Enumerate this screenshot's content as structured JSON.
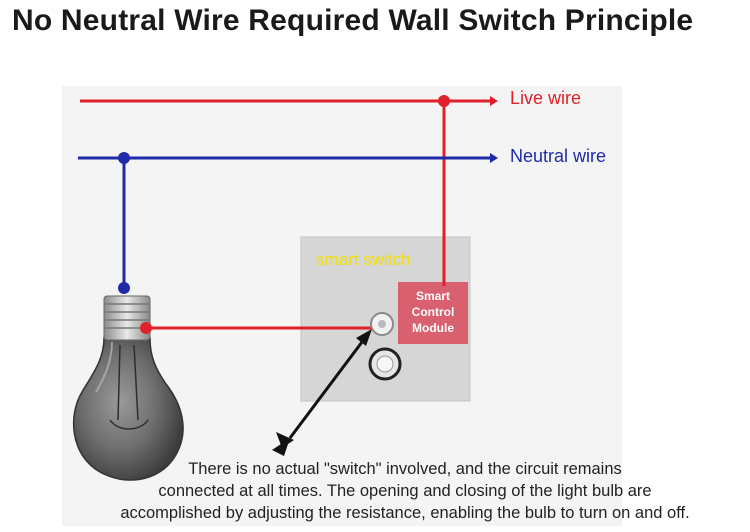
{
  "title": "No Neutral Wire Required Wall Switch Principle",
  "labels": {
    "live_wire": "Live wire",
    "neutral_wire": "Neutral wire",
    "smart_switch": "smart switch",
    "module_lines": [
      "Smart",
      "Control",
      "Module"
    ]
  },
  "caption_lines": [
    "There is no actual \"switch\" involved, and the circuit remains",
    "connected at all times. The opening and closing of the light bulb are",
    "accomplished by adjusting the resistance, enabling the bulb to turn on and off."
  ],
  "colors": {
    "live": "#e0202a",
    "neutral": "#1e2aa8",
    "switch_label": "#f2e000",
    "module_fill": "#d9606e"
  }
}
